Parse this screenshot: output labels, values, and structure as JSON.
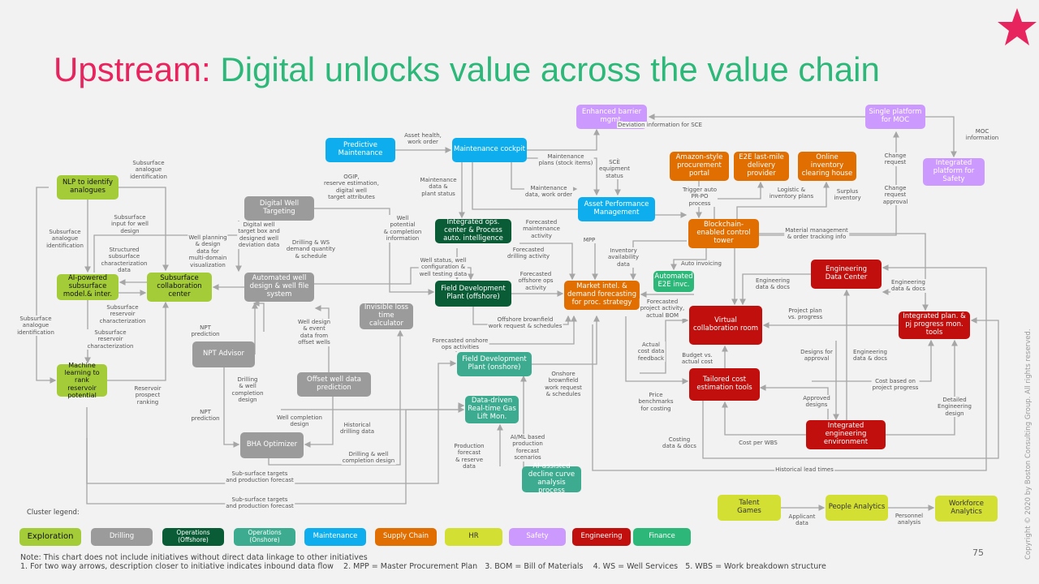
{
  "title": {
    "part1": "Upstream:",
    "part2": "Digital unlocks value across the value chain"
  },
  "nodes": {
    "predictive_maintenance": "Predictive\nMaintenance",
    "maintenance_cockpit": "Maintenance cockpit",
    "enhanced_barrier": "Enhanced barrier\nmgmt.",
    "single_platform_moc": "Single platform\nfor MOC",
    "integrated_platform_safety": "Integrated\nplatform for\nSafety",
    "amazon_procurement": "Amazon-style\nprocurement\nportal",
    "e2e_last_mile": "E2E last-mile\ndelivery\nprovider",
    "online_inventory": "Online\ninventory\nclearing house",
    "asset_performance": "Asset Performance\nManagement",
    "blockchain_tower": "Blockchain-\nenabled control\ntower",
    "integrated_ops": "Integrated ops.\ncenter & Process\nauto. intelligence",
    "fdp_offshore": "Field Development\nPlant (offshore)",
    "market_intel": "Market intel. &\ndemand forecasting\nfor proc. strategy",
    "automated_e2e": "Automated\nE2E invc.",
    "engineering_data_center": "Engineering\nData Center",
    "virtual_collab": "Virtual\ncollaboration room",
    "integrated_plan": "Integrated plan. &\npj progress mon.\ntools",
    "tailored_cost": "Tailored cost\nestimation tools",
    "integrated_engineering": "Integrated\nengineering\nenvironment",
    "nlp_analogues": "NLP to identify\nanalogues",
    "ai_subsurface": "AI-powered\nsubsurface\nmodel.& inter.",
    "subsurface_collab": "Subsurface\ncollaboration\ncenter",
    "ml_reservoir": "Machine\nlearning to rank\nreservoir\npotential",
    "digital_well_targeting": "Digital Well\nTargeting",
    "automated_well_design": "Automated well\ndesign & well file\nsystem",
    "invisible_loss": "Invisible loss\ntime\ncalculator",
    "npt_advisor": "NPT Advisor",
    "offset_well": "Offset well data\nprediction",
    "bha_optimizer": "BHA Optimizer",
    "fdp_onshore": "Field Development\nPlant (onshore)",
    "gas_lift": "Data-driven\nReal-time Gas\nLift Mon.",
    "decline_curve": "AI-assisted\ndecline curve\nanalysis process",
    "talent_games": "Talent\nGames",
    "people_analytics": "People Analytics",
    "workforce_analytics": "Workforce\nAnalytics"
  },
  "edges": [
    "Asset health,\nwork order",
    "Subsurface\nanalogue\nidentification",
    "OGIP,\nreserve estimation,\ndigital well\ntarget attributes",
    "Maintenance\ndata &\nplant status",
    "Maintenance\nplans (stock items)",
    "SCE\nequipment\nstatus",
    "Maintenance\ndata, work order",
    "Deviation information for SCE",
    "MOC\ninformation",
    "Change\nrequest",
    "Change\nrequest\napproval",
    "Trigger auto\nPR-PO\nprocess",
    "Logistic &\ninventory plans",
    "Surplus\ninventory",
    "Subsurface\ninput for well\ndesign",
    "Subsurface\nanalogue\nidentification",
    "Structured\nsubsurface\ncharacterization\ndata",
    "Well planning\n& design\ndata for\nmulti-domain\nvisualization",
    "Digital well\ntarget box and\ndesigned well\ndeviation data",
    "Drilling & WS\ndemand quantity\n& schedule",
    "Well\npotential\n& completion\ninformation",
    "Forecasted\nmaintenance\nactivity",
    "Forecasted\ndrilling activity",
    "Well status, well\nconfiguration &\nwell testing data",
    "MPP",
    "Inventory\navailability\ndata",
    "Material management\n& order tracking info",
    "Auto invoicing",
    "Forecasted\noffshore ops\nactivity",
    "Engineering\ndata & docs",
    "Engineering\ndata & docs",
    "Forecasted\nproject activity,\nactual BOM",
    "Offshore brownfield\nwork request & schedules",
    "Subsurface\nreservoir\ncharacterization",
    "NPT\nprediction",
    "Well design\n& event\ndata from\noffset wells",
    "Project plan\nvs. progress",
    "Subsurface\nanalogue\nidentification",
    "Subsurface\nreservoir\ncharacterization",
    "Forecasted onshore\nops activities",
    "Actual\ncost data\nfeedback",
    "Budget vs.\nactual cost",
    "Designs for\napproval",
    "Engineering\ndata & docs",
    "Onshore\nbrownfield\nwork request\n& schedules",
    "Reservoir\nprospect\nranking",
    "Drilling\n& well\ncompletion\ndesign",
    "Cost based on\nproject progress",
    "Price\nbenchmarks\nfor costing",
    "Approved\ndesigns",
    "Detailed\nEngineering\ndesign",
    "NPT\nprediction",
    "Well completion\ndesign",
    "Historical\ndrilling data",
    "AI/ML based\nproduction\nforecast\nscenarios",
    "Production\nforecast\n& reserve\ndata",
    "Costing\ndata & docs",
    "Cost per WBS",
    "Drilling & well\ncompletion design",
    "Sub-surface targets\nand production forecast",
    "Historical lead times",
    "Sub-surface targets\nand production forecast",
    "Applicant\ndata",
    "Personnel\nanalysis"
  ],
  "legend": {
    "title": "Cluster legend:",
    "items": [
      "Exploration",
      "Drilling",
      "Operations\n(Offshore)",
      "Operations\n(Onshore)",
      "Maintenance",
      "Supply Chain",
      "HR",
      "Safety",
      "Engineering",
      "Finance"
    ]
  },
  "colors": {
    "exploration": "#a4cc39",
    "drilling": "#9b9b9b",
    "offshore": "#0a5c36",
    "onshore": "#3cab8f",
    "maintenance": "#0eaeee",
    "supply_chain": "#e06e00",
    "hr": "#d4df33",
    "safety": "#cc99ff",
    "engineering": "#c00f0c",
    "finance": "#2db87a",
    "title_accent": "#e8245f"
  },
  "notes": {
    "line1": "Note: This chart does not include initiatives without direct data linkage to other initiatives",
    "line2": "1. For two way arrows, description closer to initiative indicates inbound data flow    2. MPP = Master Procurement Plan   3. BOM = Bill of Materials    4. WS = Well Services   5. WBS = Work breakdown structure"
  },
  "page_number": "75",
  "copyright": "Copyright © 2020 by Boston Consulting Group. All rights reserved."
}
